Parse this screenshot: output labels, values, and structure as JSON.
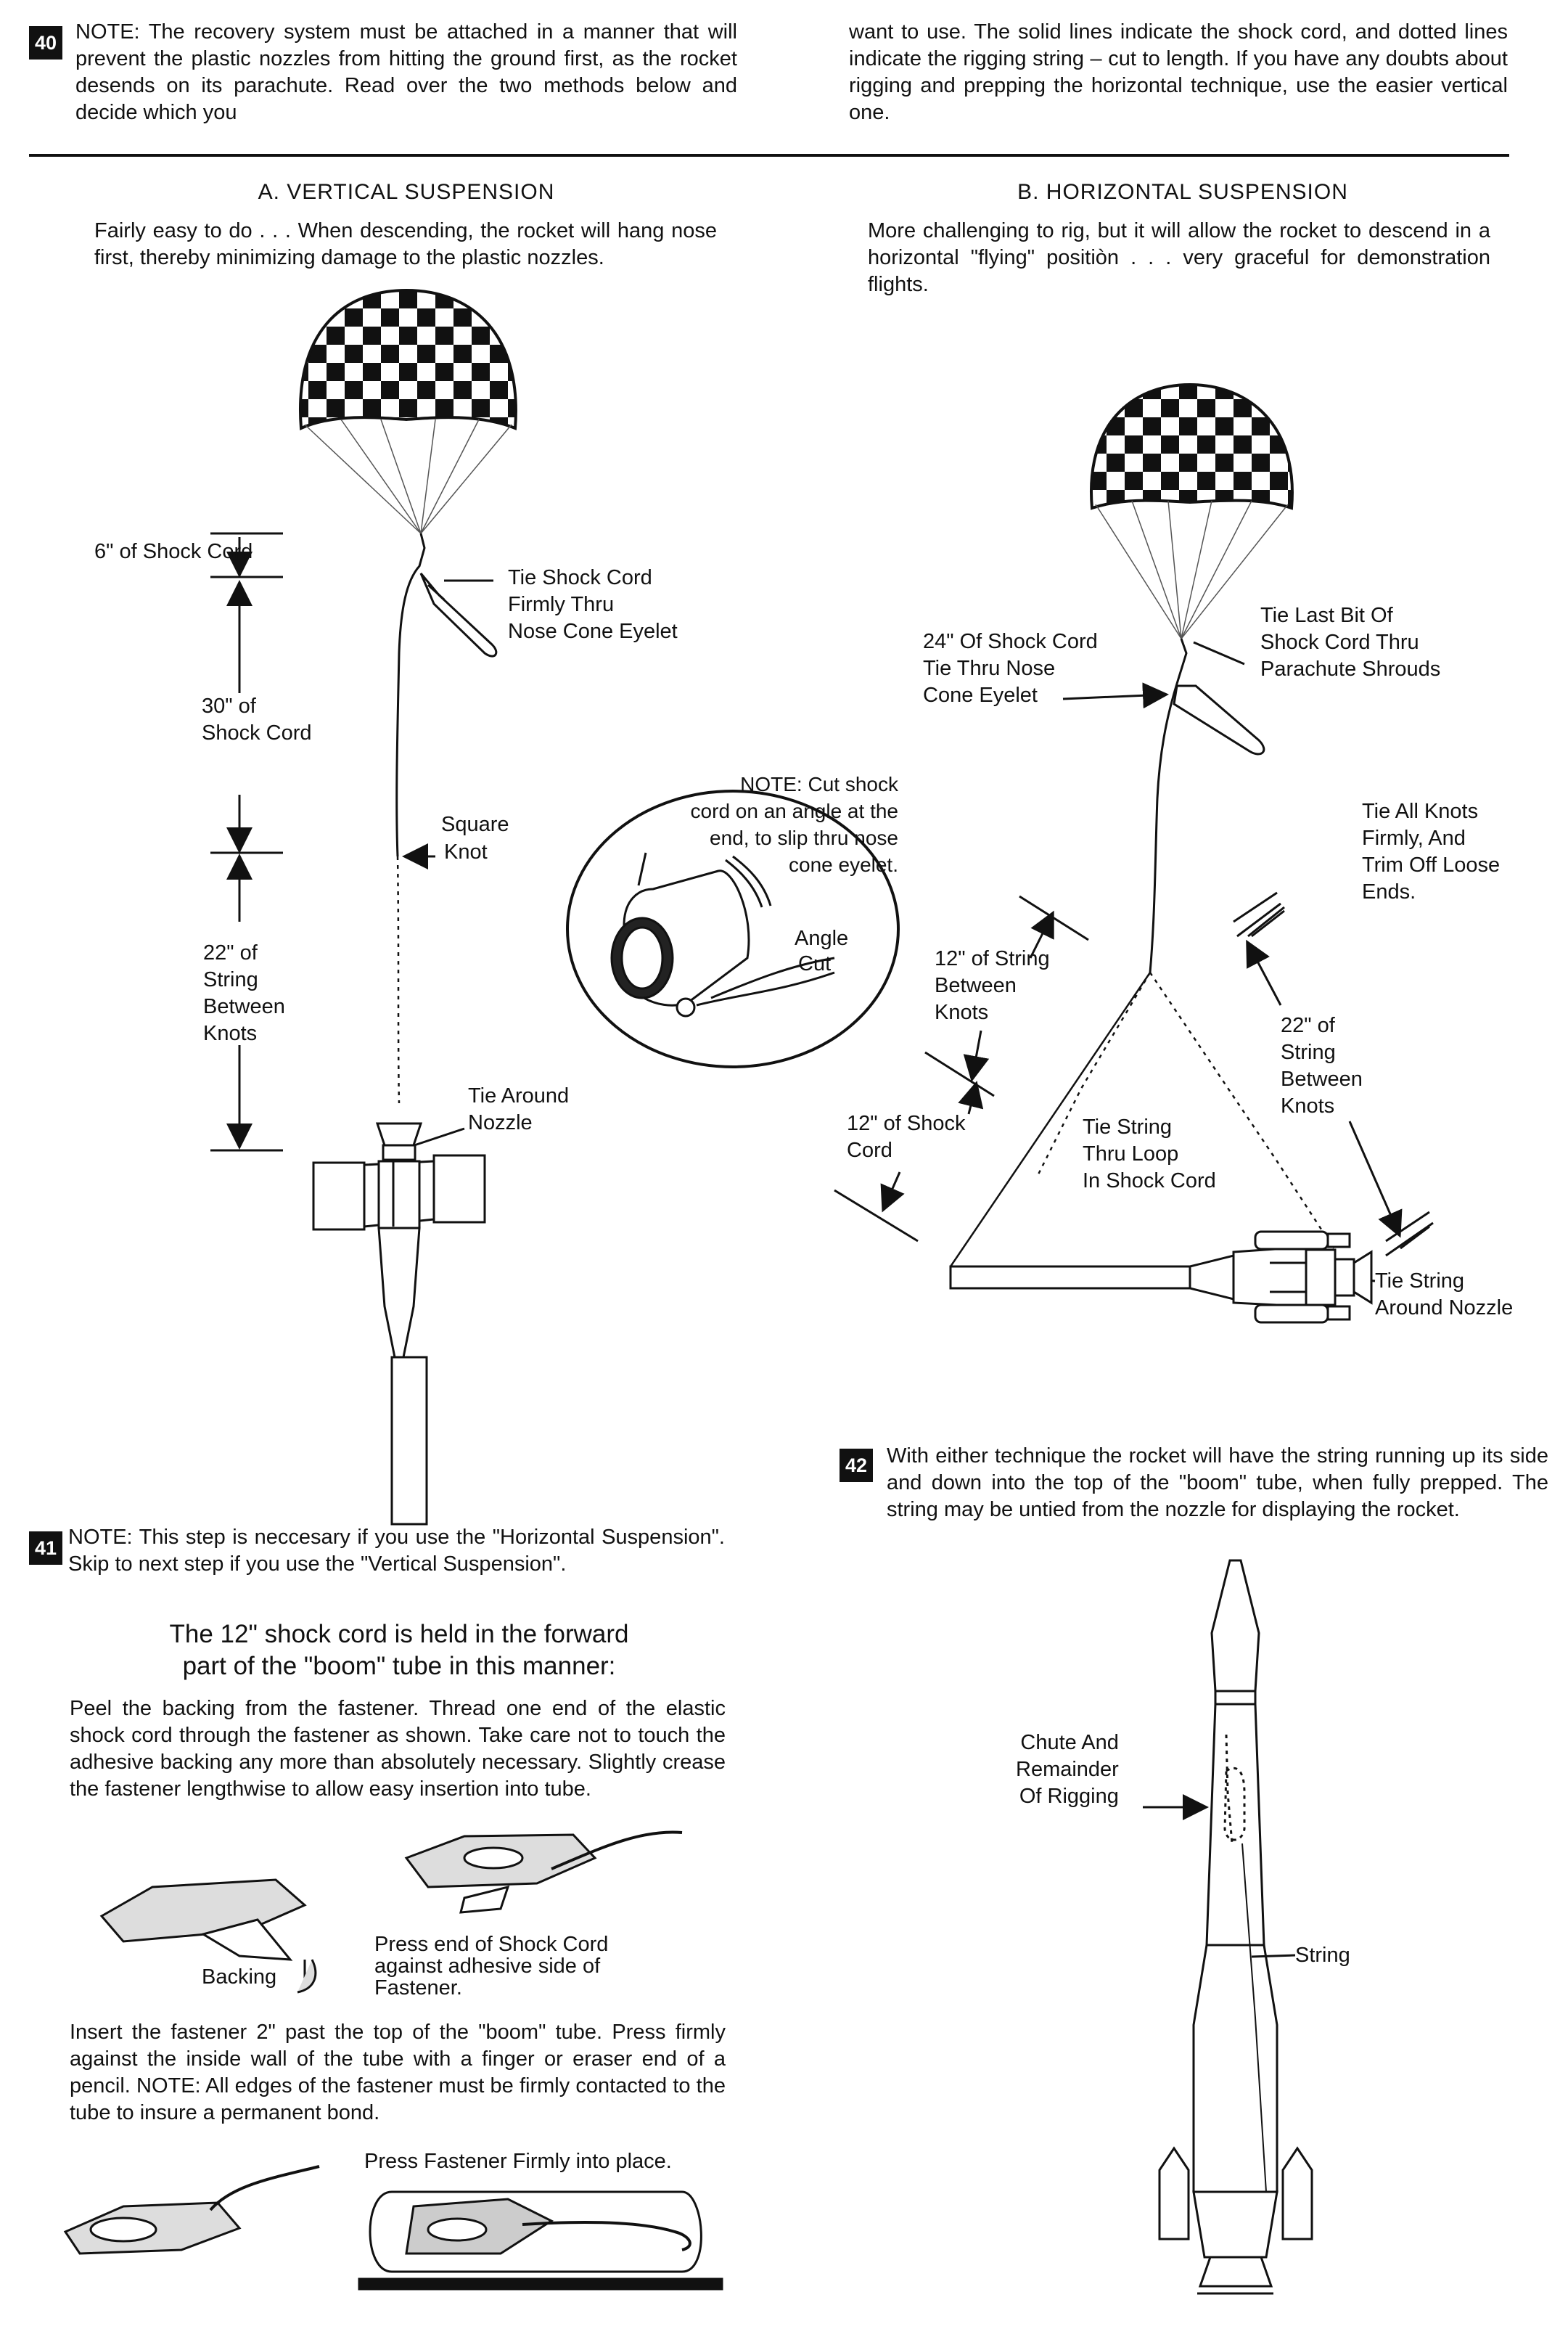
{
  "steps": {
    "s40": {
      "num": "40",
      "left": "NOTE: The recovery system must be attached in a manner that will prevent the plastic nozzles from hitting the ground first, as the rocket desends on its parachute. Read over the two methods below and decide which you",
      "right": "want to use. The solid lines indicate the shock cord, and dotted lines indicate the rigging string – cut to length. If you have any doubts about rigging and prepping the horizontal technique, use the easier vertical one."
    },
    "s41": {
      "num": "41",
      "note": "NOTE: This step is neccesary if you use the \"Horizontal Suspension\". Skip to next step if you use the \"Vertical Suspension\".",
      "intro_line1": "The 12\" shock cord is held in the forward",
      "intro_line2": "part of the \"boom\" tube in this manner:",
      "para1": "Peel the backing from the fastener. Thread one end of the elastic shock cord through the fastener as shown. Take care not to touch the adhesive backing any more than absolutely necessary. Slightly crease the fastener lengthwise to allow easy insertion into tube.",
      "backing_label": "Backing",
      "press_end_label": "Press end of Shock Cord\nagainst adhesive side of\nFastener.",
      "para2": "Insert the fastener 2\" past the top of the \"boom\" tube. Press firmly against the inside wall of the tube with a finger or eraser end of a pencil. NOTE: All edges of the fastener must be firmly contacted to the tube to insure a permanent bond.",
      "press_fastener_label": "Press Fastener Firmly into place."
    },
    "s42": {
      "num": "42",
      "text": "With either technique the rocket will have the string running up its side and down into the top of the \"boom\" tube, when fully prepped. The string may be untied from the nozzle for displaying the rocket.",
      "chute_label": "Chute And\nRemainder\nOf Rigging",
      "string_label": "String"
    }
  },
  "vertical": {
    "title": "A. VERTICAL SUSPENSION",
    "desc": "Fairly easy to do . . . When descending, the rocket will hang nose first, thereby minimizing damage to the plastic nozzles.",
    "labels": {
      "six_inch": "6\" of Shock Cord",
      "tie_shock": "Tie Shock Cord\nFirmly Thru\nNose Cone Eyelet",
      "thirty": "30\" of\nShock Cord",
      "square_knot": "Square",
      "square_knot2": "Knot",
      "twentytwo": "22\" of\nString\nBetween\nKnots",
      "tie_around": "Tie Around\nNozzle"
    }
  },
  "note_circle": {
    "text": "NOTE: Cut shock\ncord on an angle at the\nend, to slip thru nose\ncone eyelet.",
    "angle": "Angle",
    "cut": "Cut"
  },
  "horizontal": {
    "title": "B. HORIZONTAL SUSPENSION",
    "desc": "More challenging to rig, but it will allow the rocket to descend in a horizontal \"flying\" positiòn . . . very graceful for demonstration flights.",
    "labels": {
      "tie_last": "Tie Last Bit Of\nShock Cord Thru\nParachute Shrouds",
      "twentyfour": "24\" Of Shock Cord\nTie Thru Nose\nCone Eyelet",
      "tie_all": "Tie All Knots\nFirmly, And\nTrim Off Loose\nEnds.",
      "twelve_string": "12\" of String\nBetween\nKnots",
      "twentytwo": "22\" of\nString\nBetween\nKnots",
      "twelve_shock": "12\" of Shock\nCord",
      "tie_loop": "Tie String\nThru Loop\nIn Shock Cord",
      "tie_nozzle": "Tie String\nAround Nozzle"
    }
  }
}
